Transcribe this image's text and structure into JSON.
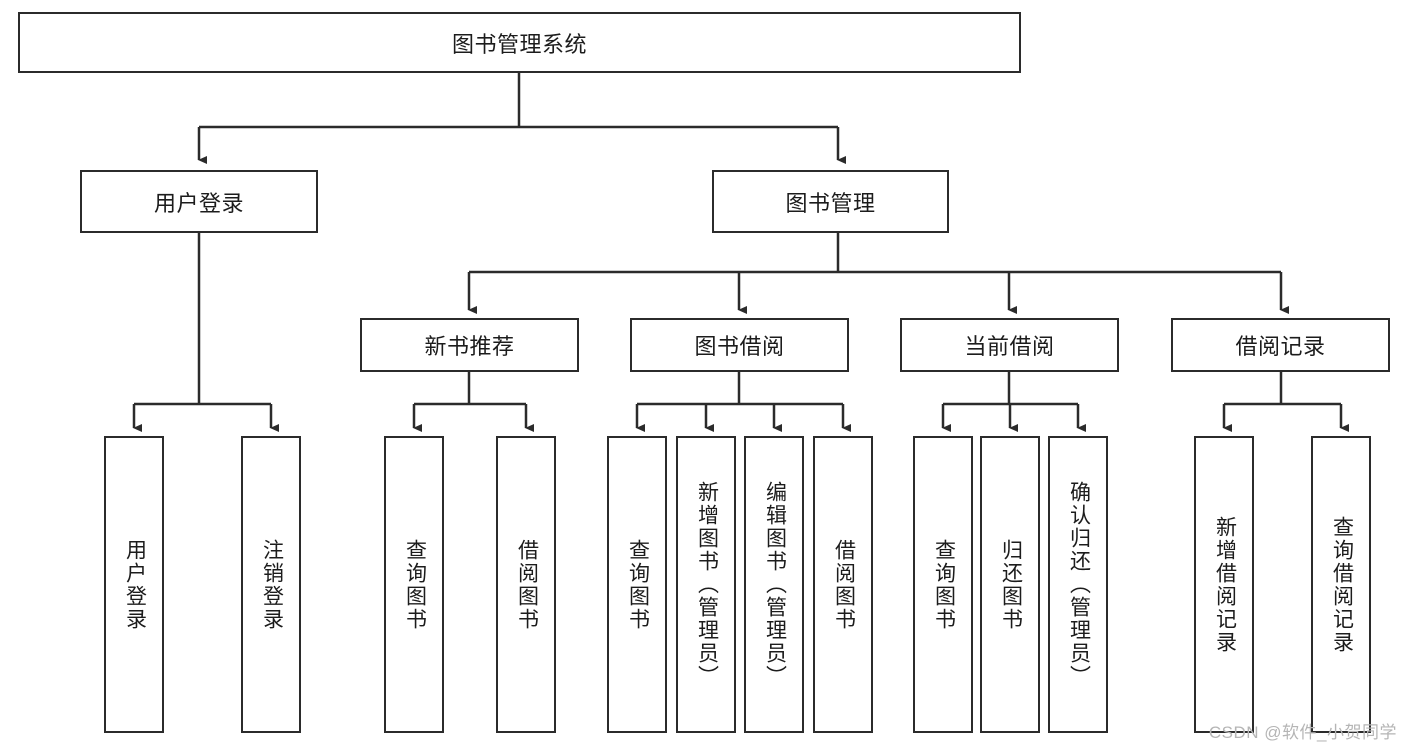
{
  "diagram": {
    "type": "tree",
    "title": "图书管理系统",
    "watermark": "CSDN @软件_小贺同学",
    "colors": {
      "stroke": "#2b2b2b",
      "fill": "#ffffff",
      "text": "#1c1c1c",
      "watermark": "#b5b5b5"
    },
    "root": {
      "label": "图书管理系统"
    },
    "level2": [
      {
        "label": "用户登录"
      },
      {
        "label": "图书管理"
      }
    ],
    "level3": [
      {
        "label": "新书推荐"
      },
      {
        "label": "图书借阅"
      },
      {
        "label": "当前借阅"
      },
      {
        "label": "借阅记录"
      }
    ],
    "leaves": {
      "user_login": [
        {
          "label": "用户登录"
        },
        {
          "label": "注销登录"
        }
      ],
      "new_book_recommend": [
        {
          "label": "查询图书"
        },
        {
          "label": "借阅图书"
        }
      ],
      "book_borrow": [
        {
          "label": "查询图书"
        },
        {
          "label": "新增图书（管理员）"
        },
        {
          "label": "编辑图书（管理员）"
        },
        {
          "label": "借阅图书"
        }
      ],
      "current_borrow": [
        {
          "label": "查询图书"
        },
        {
          "label": "归还图书"
        },
        {
          "label": "确认归还（管理员）"
        }
      ],
      "borrow_record": [
        {
          "label": "新增借阅记录"
        },
        {
          "label": "查询借阅记录"
        }
      ]
    }
  }
}
